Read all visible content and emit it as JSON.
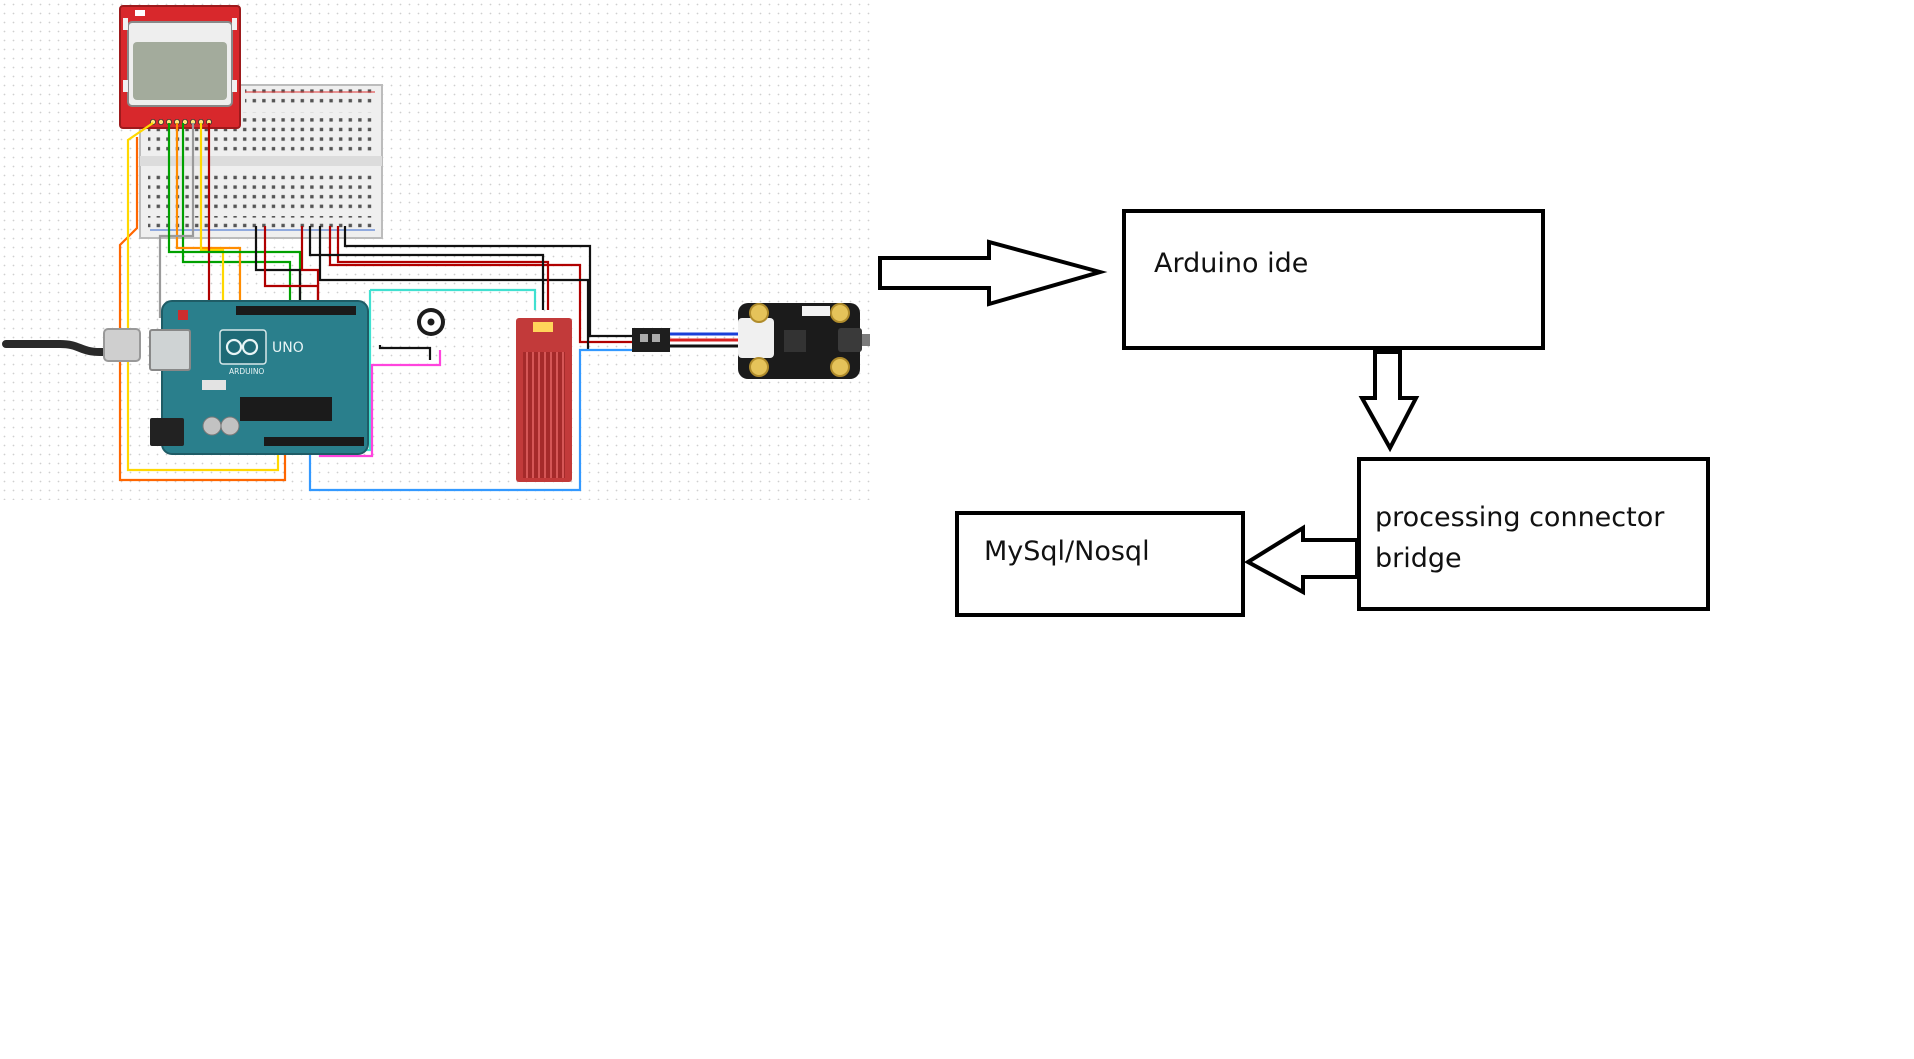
{
  "diagram": {
    "nodes": [
      {
        "id": "arduino-ide",
        "label": "Arduino ide"
      },
      {
        "id": "processing-bridge",
        "label": "processing connector bridge",
        "lines": [
          "processing connector",
          "bridge"
        ]
      },
      {
        "id": "database",
        "label": "MySql/Nosql"
      }
    ],
    "edges": [
      {
        "from": "circuit",
        "to": "arduino-ide"
      },
      {
        "from": "arduino-ide",
        "to": "processing-bridge"
      },
      {
        "from": "processing-bridge",
        "to": "database"
      }
    ]
  },
  "circuit": {
    "components": [
      "lcd-display-icon",
      "breadboard-icon",
      "arduino-uno-icon",
      "usb-cable-icon",
      "buzzer-icon",
      "water-level-sensor-icon",
      "sound-sensor-module-icon"
    ],
    "board_text": {
      "brand": "ARDUINO",
      "model": "UNO"
    },
    "wire_colors": [
      "#ff6600",
      "#ffd800",
      "#00a000",
      "#ff8c00",
      "#b00000",
      "#111111",
      "#40e0d0",
      "#ff44dd",
      "#3399ff",
      "#9a9a9a"
    ]
  }
}
